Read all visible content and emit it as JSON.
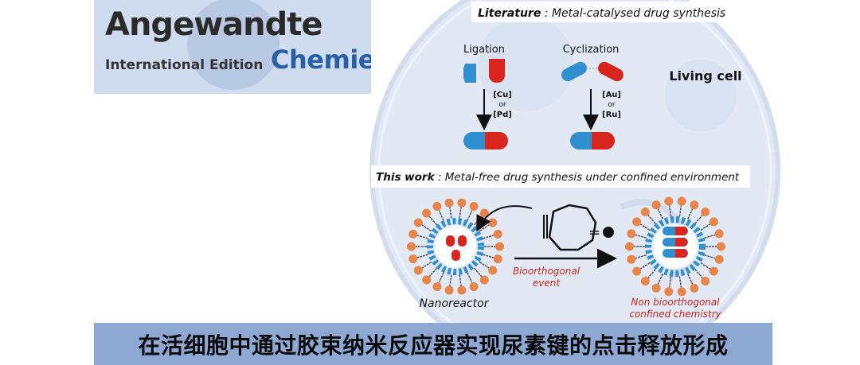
{
  "logo": {
    "main": "Angewandte",
    "edition": "International Edition",
    "chemie": "Chemie"
  },
  "literature": {
    "heading_bold": "Literature",
    "heading_rest": " : Metal-catalysed drug synthesis",
    "ligation_label": "Ligation",
    "cyclization_label": "Cyclization",
    "ligation_catalyst": [
      "[Cu]",
      "or",
      "[Pd]"
    ],
    "cyclization_catalyst": [
      "[Au]",
      "or",
      "[Ru]"
    ],
    "living_cell": "Living cell"
  },
  "this_work": {
    "heading_bold": "This work",
    "heading_rest": " : Metal-free drug synthesis under confined environment",
    "nanoreactor": "Nanoreactor",
    "bioorthogonal_event": [
      "Bioorthogonal",
      "event"
    ],
    "non_bioorthogonal": [
      "Non bioorthogonal",
      "confined chemistry"
    ],
    "equals_dot": "="
  },
  "colors": {
    "blue": "#2f8fd0",
    "red": "#d8261e",
    "orange": "#e8854a",
    "cell_bg": "#e2e9f5",
    "banner": "#8ea8d4",
    "red_text": "#c0281f"
  },
  "banner": {
    "title": "在活细胞中通过胶束纳米反应器实现尿素键的点击释放形成"
  }
}
